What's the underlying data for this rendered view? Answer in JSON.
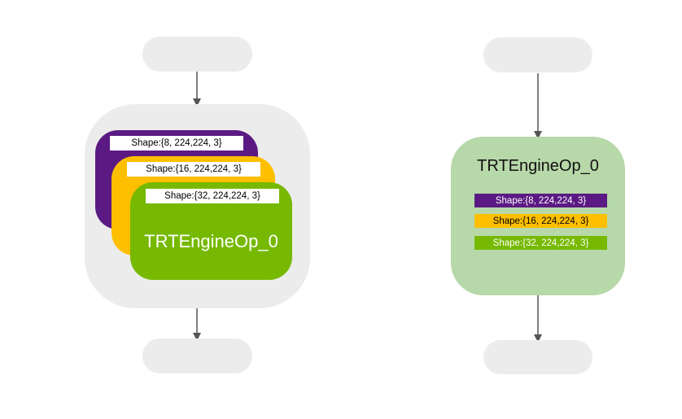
{
  "colors": {
    "purple": "#5b1a83",
    "yellow": "#fdbf00",
    "green": "#76b900",
    "light_green": "#b7d8a9",
    "gray": "#ececec",
    "arrow": "#555555"
  },
  "left": {
    "shapes": [
      "Shape:{8, 224,224, 3}",
      "Shape:{16, 224,224, 3}",
      "Shape:{32, 224,224, 3}"
    ],
    "title": "TRTEngineOp_0"
  },
  "right": {
    "title": "TRTEngineOp_0",
    "shapes": [
      "Shape:{8, 224,224, 3}",
      "Shape:{16, 224,224, 3}",
      "Shape:{32, 224,224, 3}"
    ]
  }
}
